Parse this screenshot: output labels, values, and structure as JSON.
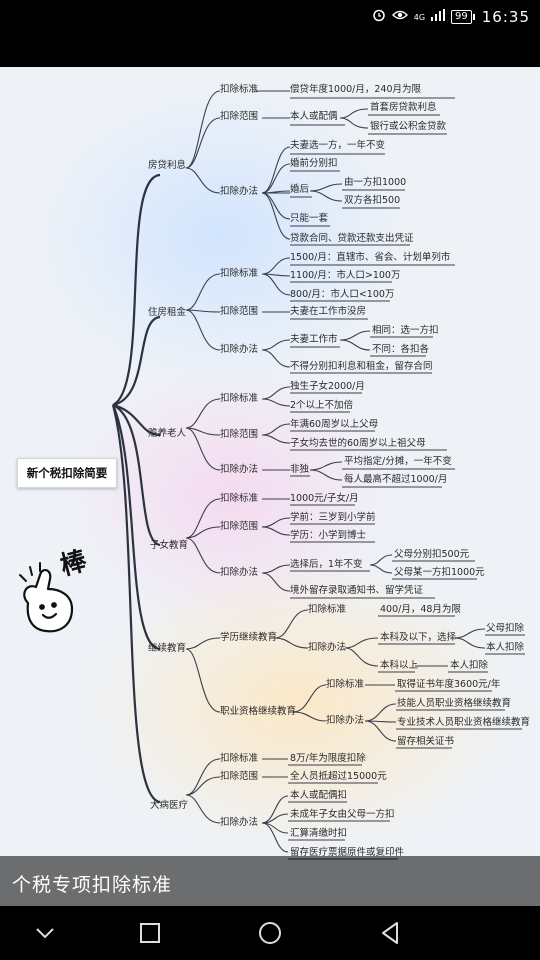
{
  "status_bar": {
    "signal": "4G",
    "battery": "99",
    "time": "16:35"
  },
  "mindmap": {
    "root": "新个税扣除简要",
    "branches": {
      "housing_loan": "房贷利息",
      "rent": "住房租金",
      "elderly": "赡养老人",
      "children": "子女教育",
      "continuing": "继续教育",
      "medical": "大病医疗"
    },
    "labels": {
      "std": "扣除标准",
      "scope": "扣除范围",
      "method": "扣除办法",
      "edu_cont": "学历继续教育",
      "prof_cont": "职业资格继续教育"
    },
    "housing_loan": {
      "std": "偿贷年度1000/月，240月为限",
      "scope": "本人或配偶",
      "scope_1": "首套房贷款利息",
      "scope_2": "银行或公积金贷款",
      "m1": "夫妻选一方，一年不变",
      "m2": "婚前分别扣",
      "m3": "婚后",
      "m3a": "由一方扣1000",
      "m3b": "双方各扣500",
      "m4": "只能一套",
      "m5": "贷款合同、贷款还款支出凭证"
    },
    "rent": {
      "s1": "1500/月：直辖市、省会、计划单列市",
      "s2": "1100/月：市人口>100万",
      "s3": "800/月：市人口<100万",
      "scope": "夫妻在工作市没房",
      "m1": "夫妻工作市",
      "m1a": "相同：选一方扣",
      "m1b": "不同：各扣各",
      "m2": "不得分别扣利息和租金，留存合同"
    },
    "elderly": {
      "s1": "独生子女2000/月",
      "s2": "2个以上不加倍",
      "sc1": "年满60周岁以上父母",
      "sc2": "子女均去世的60周岁以上祖父母",
      "m1": "非独",
      "m1a": "平均指定/分摊，一年不变",
      "m1b": "每人最高不超过1000/月"
    },
    "children": {
      "std": "1000元/子女/月",
      "sc1": "学前：三岁到小学前",
      "sc2": "学历：小学到博士",
      "m1": "选择后，1年不变",
      "m1a": "父母分别扣500元",
      "m1b": "父母某一方扣1000元",
      "m2": "境外留存录取通知书、留学凭证"
    },
    "continuing": {
      "e_std": "400/月，48月为限",
      "e_m1": "本科及以下，选择",
      "e_m1a": "父母扣除",
      "e_m1b": "本人扣除",
      "e_m2": "本科以上",
      "e_m2a": "本人扣除",
      "p_std": "取得证书年度3600元/年",
      "p_m1": "技能人员职业资格继续教育",
      "p_m2": "专业技术人员职业资格继续教育",
      "p_m3": "留存相关证书"
    },
    "medical": {
      "std": "8万/年为限度扣除",
      "scope": "全人员抵超过15000元",
      "m1": "本人或配偶扣",
      "m2": "未成年子女由父母一方扣",
      "m3": "汇算清缴时扣",
      "m4": "留存医疗票据原件或复印件"
    }
  },
  "sticker": {
    "text": "棒"
  },
  "caption": "个税专项扣除标准",
  "nav": {
    "back": "back-triangle",
    "home": "home-circle",
    "recents": "recents-square",
    "dropdown": "chevron-down"
  },
  "colors": {
    "branch_curve": "#2c3340",
    "leaf_line": "#3a3f4a",
    "glow_top": "#cfe3ff",
    "glow_mid": "#f6d8ef",
    "glow_low": "#fde7c2"
  }
}
